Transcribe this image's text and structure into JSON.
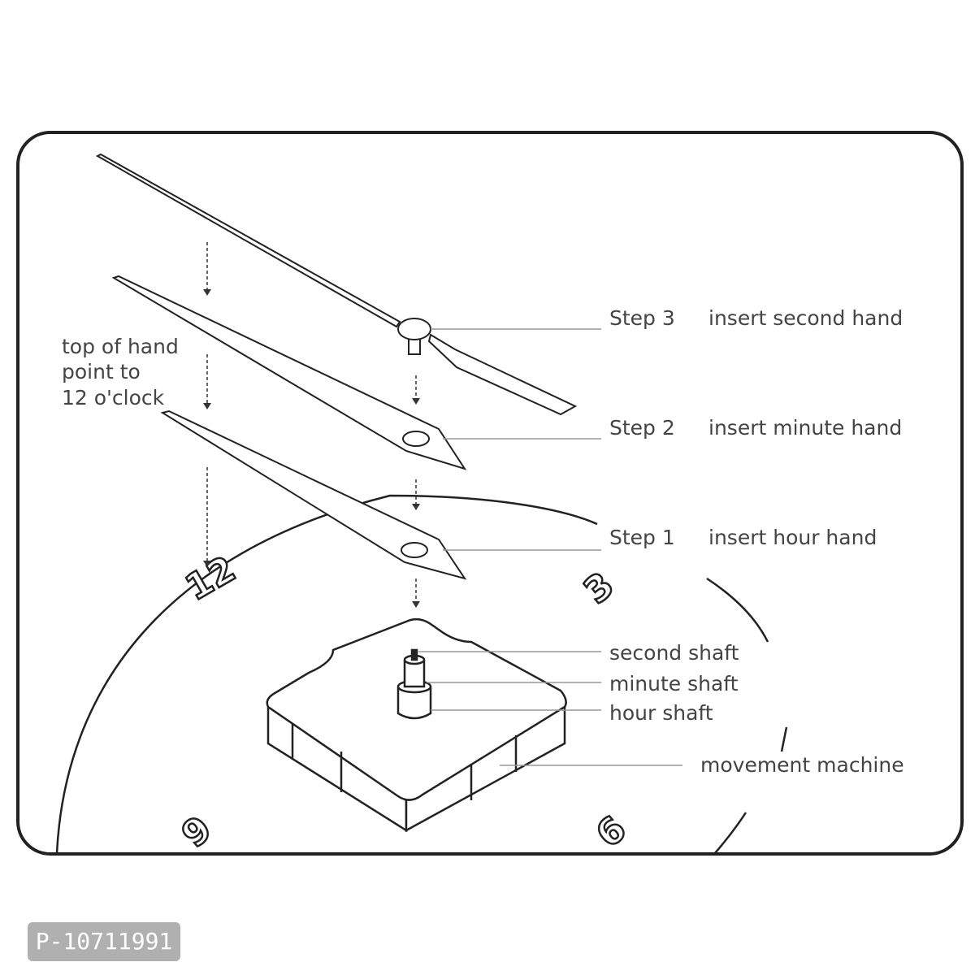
{
  "labels": {
    "step3": "Step 3",
    "step3_text": "insert second hand",
    "step2": "Step 2",
    "step2_text": "insert minute hand",
    "step1": "Step 1",
    "step1_text": "insert hour hand",
    "top_note_1": "top of hand",
    "top_note_2": "point to",
    "top_note_3": "12 o'clock",
    "second_shaft": "second shaft",
    "minute_shaft": "minute shaft",
    "hour_shaft": "hour shaft",
    "movement": "movement  machine"
  },
  "dial_numbers": {
    "twelve": "12",
    "three": "3",
    "nine": "9",
    "six": "6"
  },
  "watermark": "P-10711991"
}
